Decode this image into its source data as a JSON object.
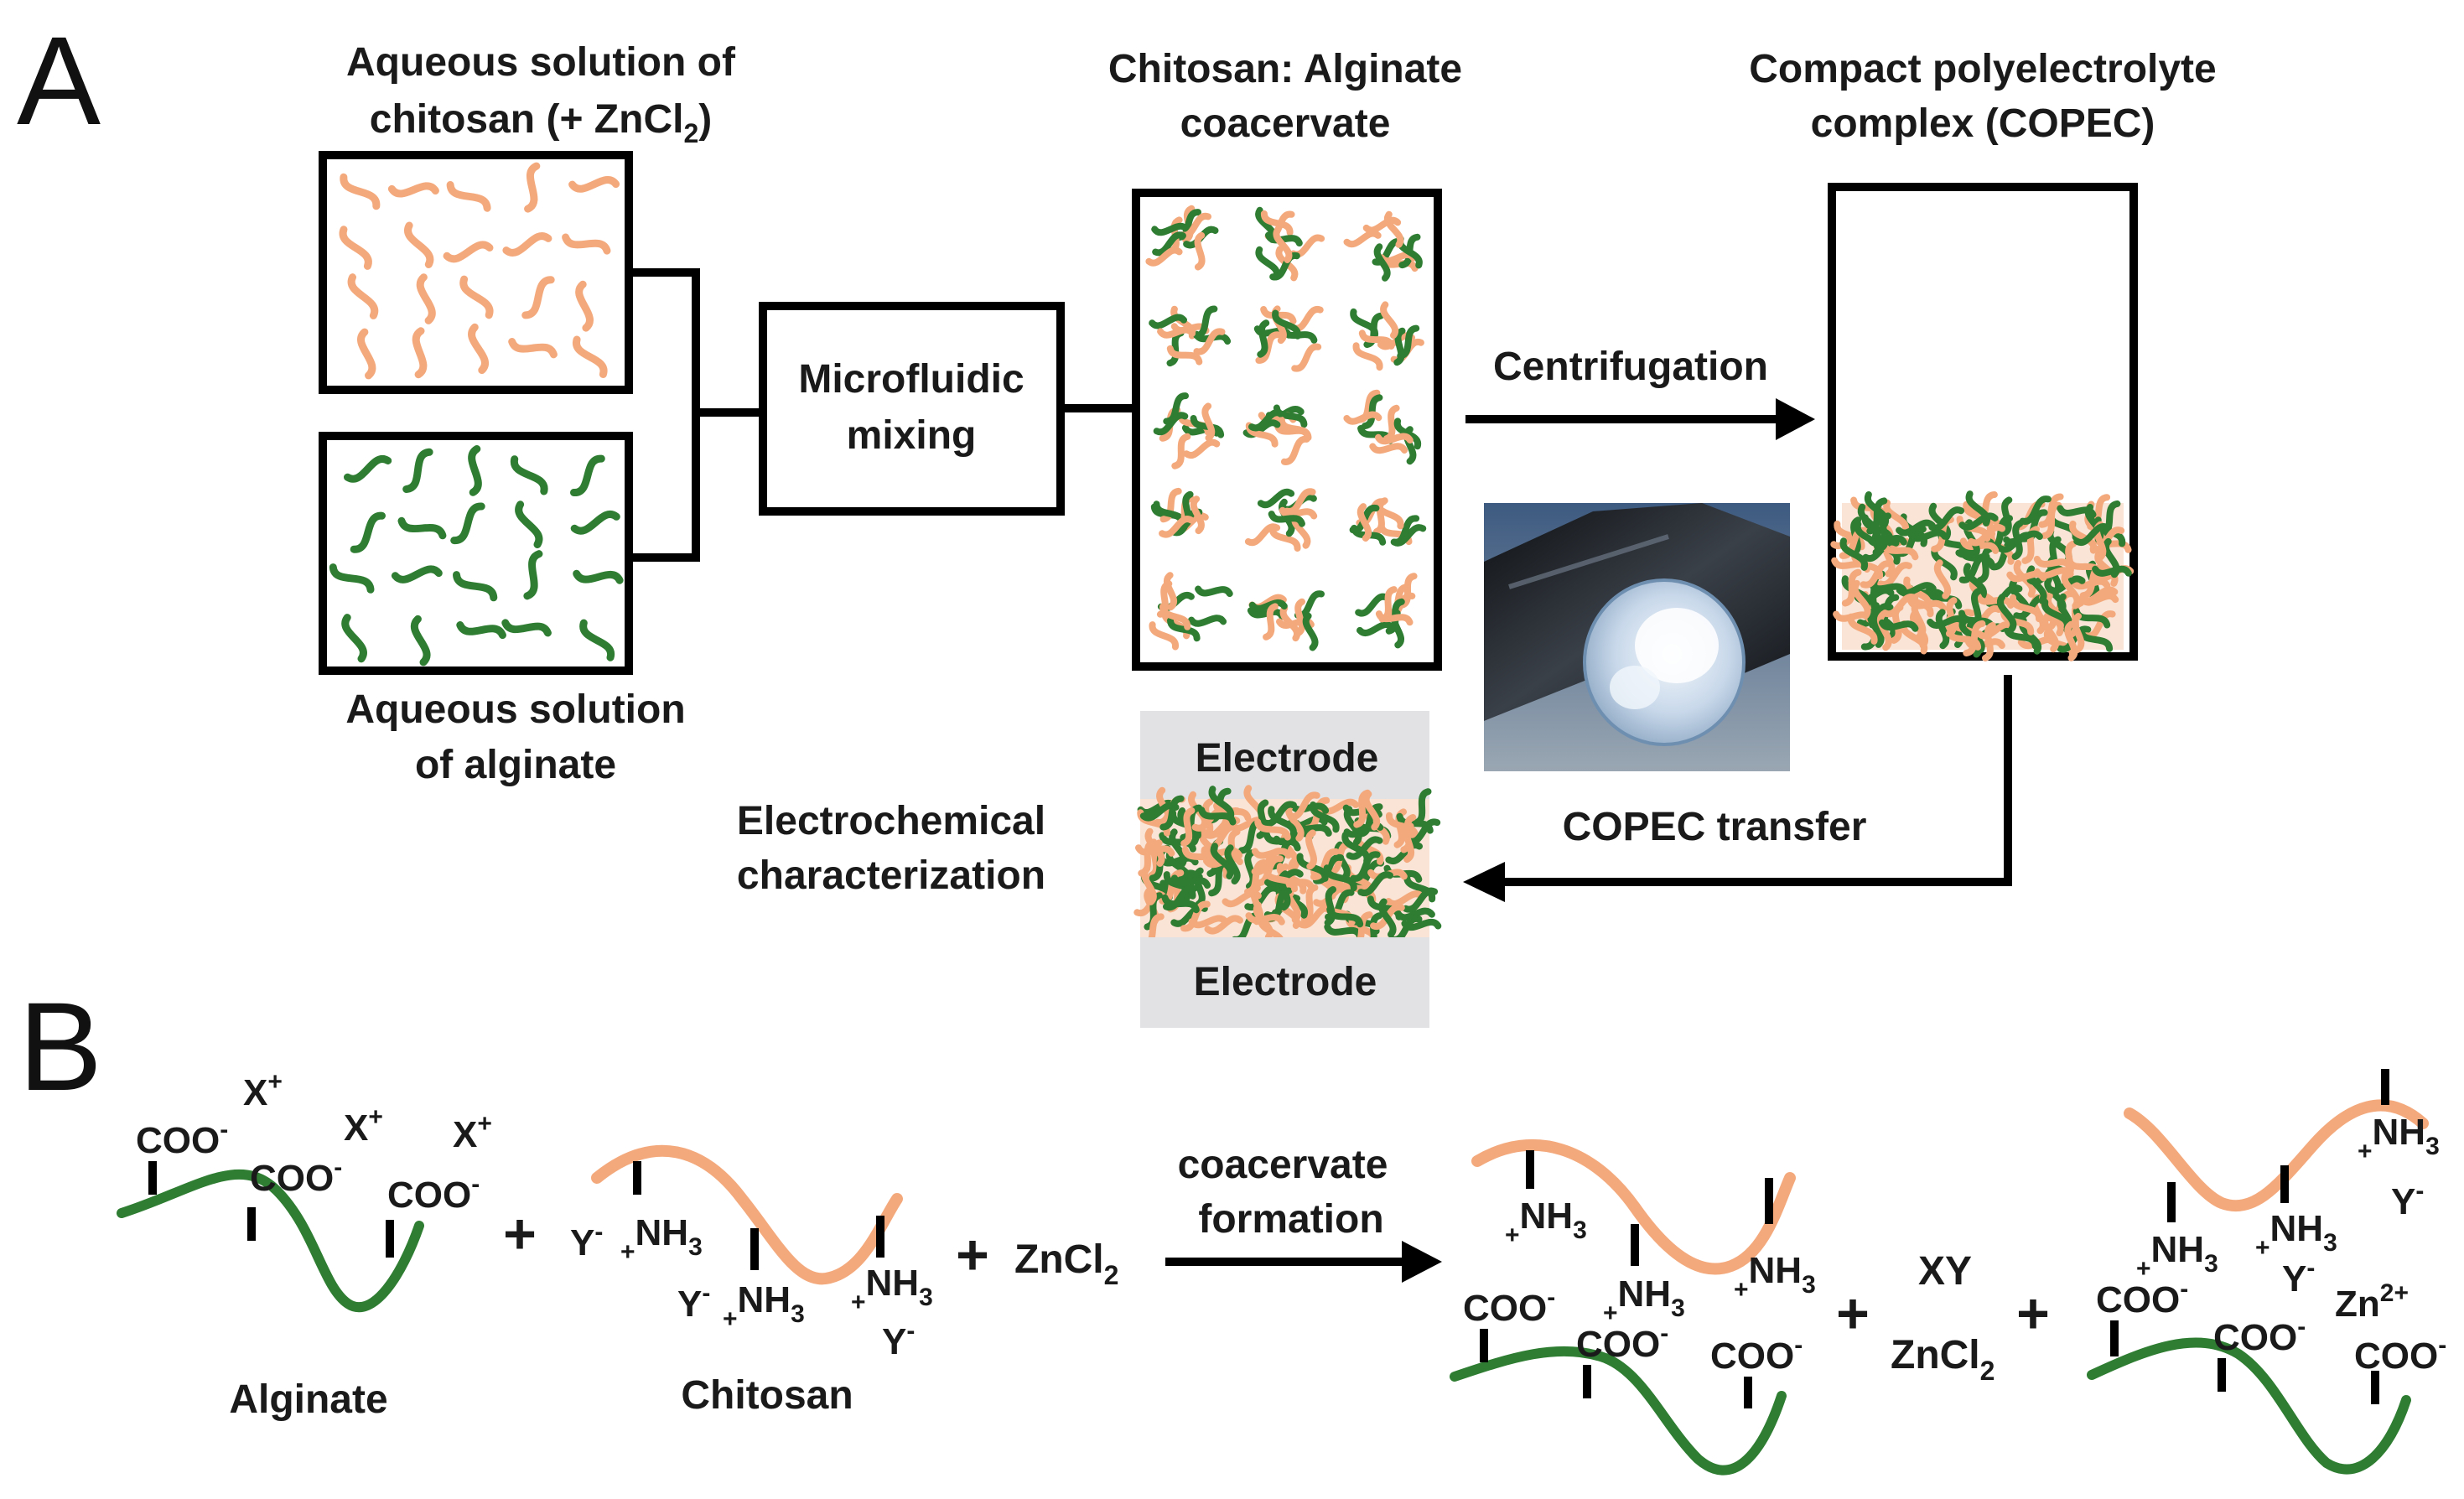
{
  "colors": {
    "chitosan": "#f4a97c",
    "alginate": "#2e7d32",
    "electrode_fill": "#e2e1e3",
    "stroke": "#000000"
  },
  "panel_a": {
    "letter": "A",
    "chitosan_solution_line1": "Aqueous solution of",
    "chitosan_solution_line2": "chitosan (+ ZnCl",
    "chitosan_solution_sub": "2",
    "chitosan_solution_tail": ")",
    "alginate_solution_line1": "Aqueous solution",
    "alginate_solution_line2": "of alginate",
    "mixing_line1": "Microfluidic",
    "mixing_line2": "mixing",
    "coacervate_line1": "Chitosan: Alginate",
    "coacervate_line2": "coacervate",
    "copec_line1": "Compact polyelectrolyte",
    "copec_line2": "complex (COPEC)",
    "centrifugation": "Centrifugation",
    "copec_transfer": "COPEC transfer",
    "electrode_top": "Electrode",
    "electrode_bottom": "Electrode",
    "electrochem_line1": "Electrochemical",
    "electrochem_line2": "characterization",
    "photo": "photo of COPEC on electrode tip"
  },
  "panel_b": {
    "letter": "B",
    "coo": "COO",
    "minus": "-",
    "plus_sup": "+",
    "x": "X",
    "y": "Y",
    "nh": "NH",
    "nh_sub": "3",
    "plus": "+",
    "alginate_label": "Alginate",
    "chitosan_label": "Chitosan",
    "zncl": "ZnCl",
    "zncl_sub": "2",
    "arrow_line1": "coacervate",
    "arrow_line2": "formation",
    "xy": "XY",
    "zn": "Zn",
    "zn_charge": "2+"
  }
}
